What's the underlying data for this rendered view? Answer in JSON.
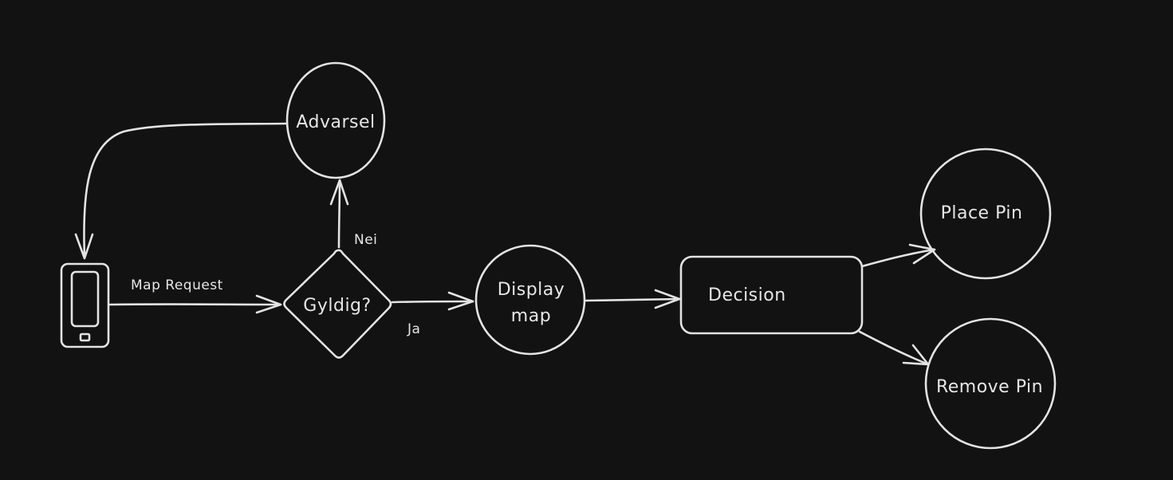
{
  "diagram": {
    "nodes": {
      "phone": {
        "icon": "smartphone-icon"
      },
      "advarsel": {
        "label": "Advarsel"
      },
      "gyldig": {
        "label": "Gyldig?"
      },
      "display_map": {
        "line1": "Display",
        "line2": "map"
      },
      "decision": {
        "label": "Decision"
      },
      "place_pin": {
        "label": "Place Pin"
      },
      "remove_pin": {
        "label": "Remove Pin"
      }
    },
    "edges": {
      "map_request": {
        "label": "Map Request"
      },
      "nei": {
        "label": "Nei"
      },
      "ja": {
        "label": "Ja"
      }
    }
  },
  "colors": {
    "background": "#121212",
    "stroke": "#e3e3e3",
    "text": "#e6e6e6"
  }
}
